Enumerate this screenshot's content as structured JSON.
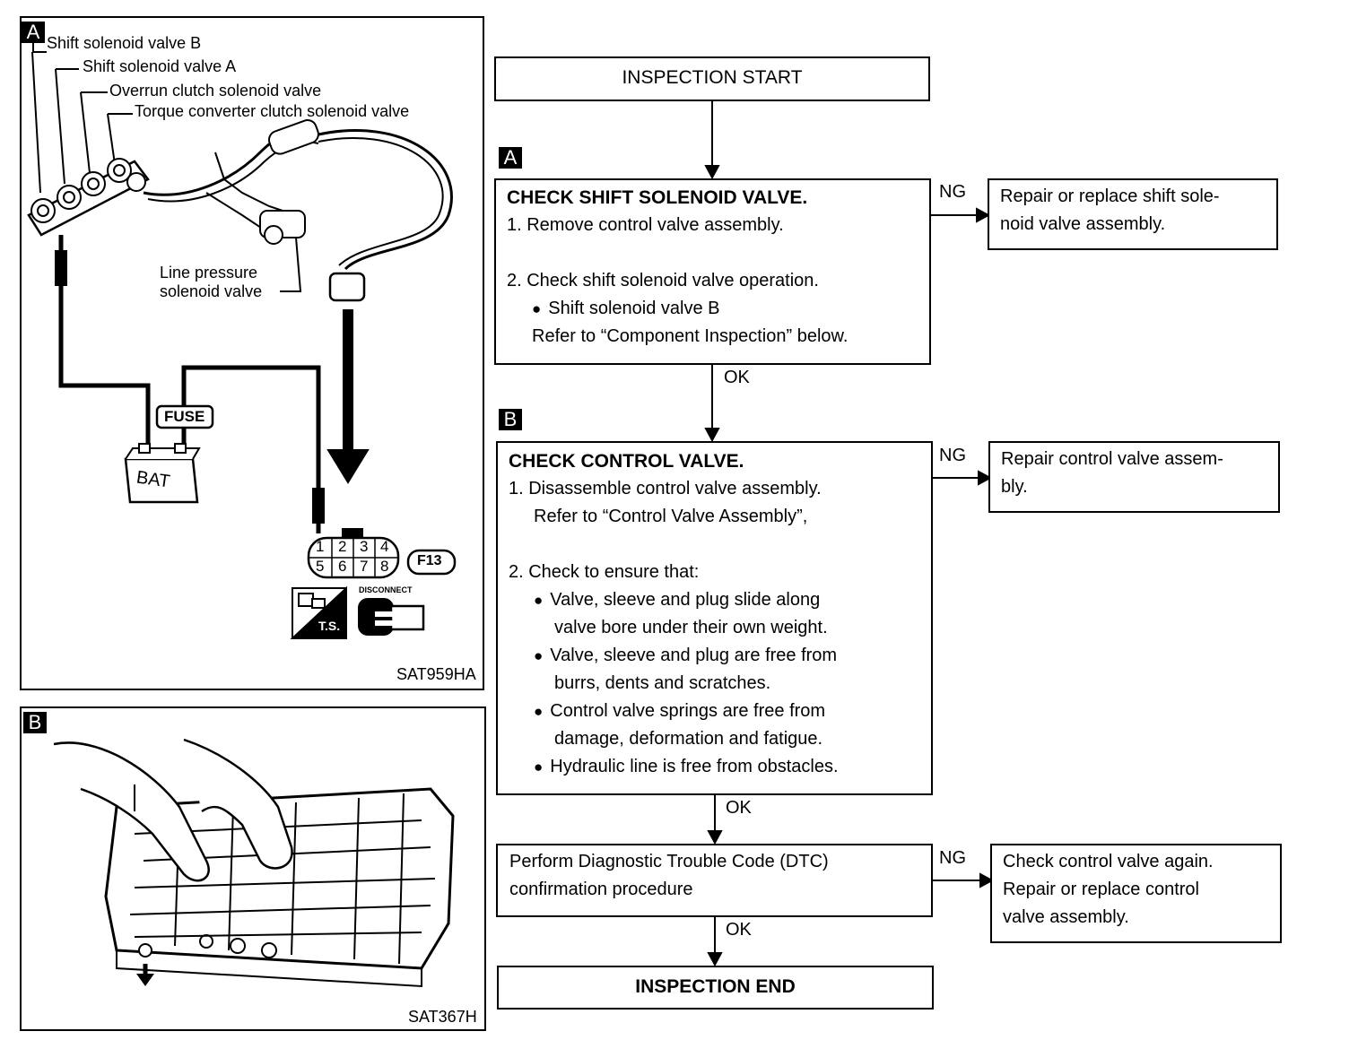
{
  "figA": {
    "badge": "A",
    "labels": {
      "shift_b": "Shift solenoid valve B",
      "shift_a": "Shift solenoid valve A",
      "overrun": "Overrun clutch solenoid valve",
      "torque": "Torque converter clutch solenoid valve",
      "line1": "Line pressure",
      "line2": "solenoid valve",
      "fuse": "FUSE",
      "bat": "BAT",
      "connector_id": "F13",
      "disconnect": "DISCONNECT",
      "ts": "T.S."
    },
    "pins": [
      "1",
      "2",
      "3",
      "4",
      "5",
      "6",
      "7",
      "8"
    ],
    "code": "SAT959HA"
  },
  "figB": {
    "badge": "B",
    "code": "SAT367H"
  },
  "flow": {
    "start": "INSPECTION START",
    "stepA": {
      "badge": "A",
      "title": "CHECK SHIFT SOLENOID VALVE.",
      "l1": "1. Remove control valve assembly.",
      "l2": "2. Check shift solenoid valve operation.",
      "b1": "Shift solenoid valve B",
      "l3": "Refer to “Component Inspection” below."
    },
    "ngA": "NG",
    "repairA": [
      "Repair or replace shift sole-",
      "noid valve assembly."
    ],
    "okA": "OK",
    "stepB": {
      "badge": "B",
      "title": "CHECK CONTROL VALVE.",
      "l1": "1. Disassemble control valve assembly.",
      "l1b": "Refer to “Control Valve Assembly”,",
      "l2": "2. Check to ensure that:",
      "b1a": "Valve, sleeve and plug slide along",
      "b1b": "valve bore under their own weight.",
      "b2a": "Valve, sleeve and plug are free from",
      "b2b": "burrs, dents and scratches.",
      "b3a": "Control valve springs are free from",
      "b3b": "damage, deformation and fatigue.",
      "b4": "Hydraulic line is free from obstacles."
    },
    "ngB": "NG",
    "repairB": [
      "Repair control valve assem-",
      "bly."
    ],
    "okB": "OK",
    "dtc": [
      "Perform Diagnostic Trouble Code (DTC)",
      "confirmation procedure"
    ],
    "ngC": "NG",
    "repairC": [
      "Check control valve again.",
      "Repair or replace control",
      "valve assembly."
    ],
    "okC": "OK",
    "end": "INSPECTION END"
  }
}
